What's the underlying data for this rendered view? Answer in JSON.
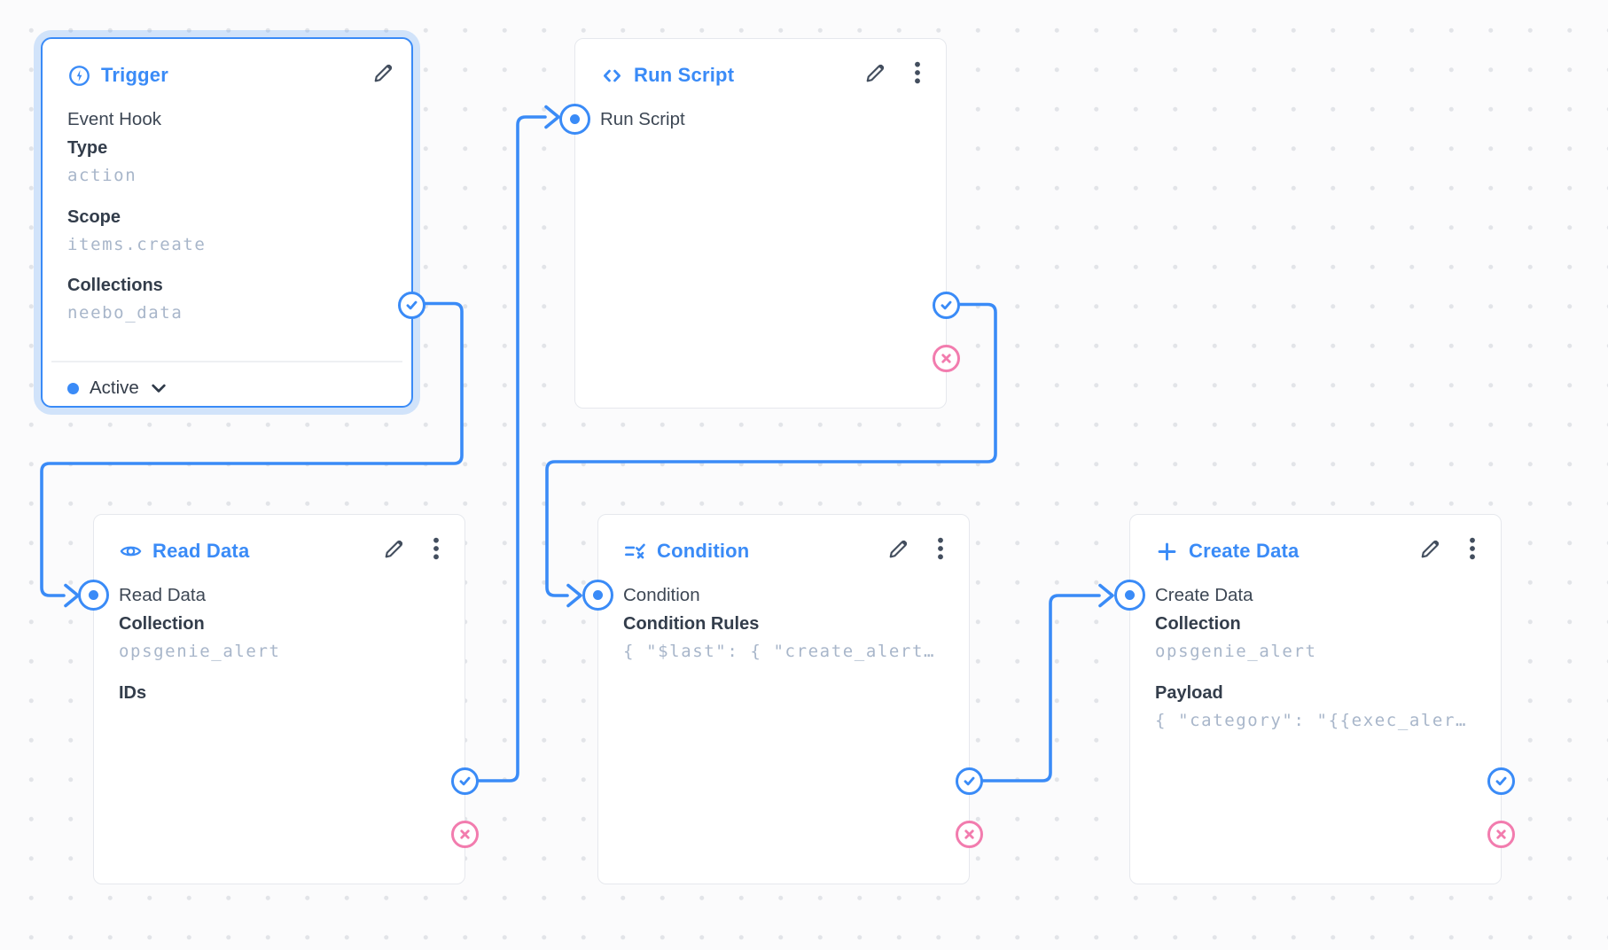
{
  "app": "flow-editor",
  "colors": {
    "accent": "#3a8bf7",
    "reject_pink": "#f27cae",
    "selected_halo": "#cfe2fc",
    "label_dark": "#3d4754",
    "mono_value_gray": "#a8b6ca"
  },
  "icons": {
    "trigger": "bolt-circle-icon",
    "run_script": "code-icon",
    "read_data": "eye-icon",
    "condition": "rule-icon",
    "create_data": "plus-icon",
    "header_actions": [
      "edit-pencil-icon",
      "more-vertical-icon"
    ],
    "ports": [
      "input-port",
      "resolve-check-icon",
      "reject-x-icon"
    ],
    "status": "chevron-down-icon"
  },
  "nodes": {
    "trigger": {
      "title": "Trigger",
      "subtitle": "Event Hook",
      "fields": [
        {
          "label": "Type",
          "value": "action"
        },
        {
          "label": "Scope",
          "value": "items.create"
        },
        {
          "label": "Collections",
          "value": "neebo_data"
        }
      ],
      "status": "Active",
      "selected": true
    },
    "run_script": {
      "title": "Run Script",
      "input_label": "Run Script"
    },
    "read_data": {
      "title": "Read Data",
      "input_label": "Read Data",
      "fields": [
        {
          "label": "Collection",
          "value": "opsgenie_alert"
        },
        {
          "label": "IDs",
          "value": ""
        }
      ]
    },
    "condition": {
      "title": "Condition",
      "input_label": "Condition",
      "fields": [
        {
          "label": "Condition Rules",
          "value": "{ \"$last\": { \"create_alert…"
        }
      ]
    },
    "create_data": {
      "title": "Create Data",
      "input_label": "Create Data",
      "fields": [
        {
          "label": "Collection",
          "value": "opsgenie_alert"
        },
        {
          "label": "Payload",
          "value": "{ \"category\": \"{{exec_aler…"
        }
      ]
    }
  },
  "connections": [
    {
      "from": "trigger.resolve",
      "to": "read_data.input"
    },
    {
      "from": "read_data.resolve",
      "to": "run_script.input"
    },
    {
      "from": "run_script.resolve",
      "to": "condition.input"
    },
    {
      "from": "condition.resolve",
      "to": "create_data.input"
    }
  ]
}
